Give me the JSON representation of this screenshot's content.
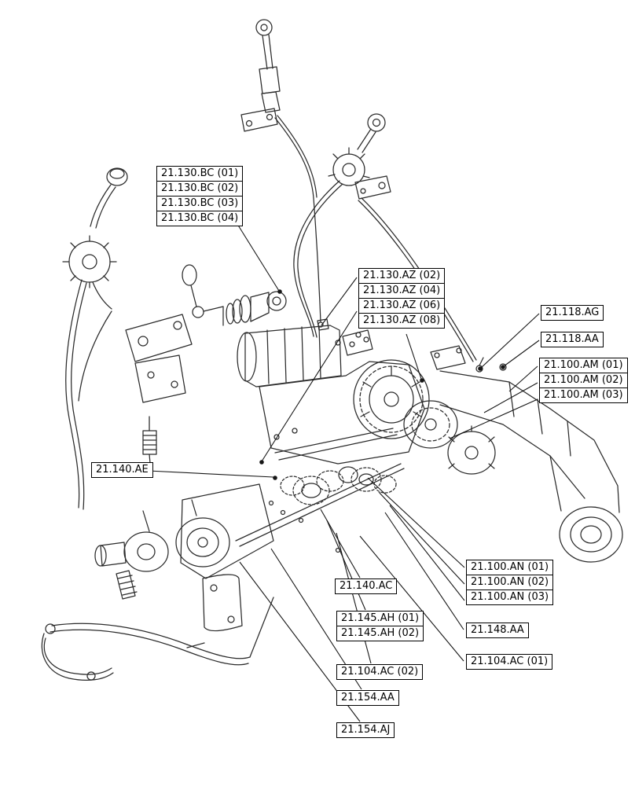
{
  "diagram": {
    "stroke_color": "#2b2b2b",
    "leader_color": "#161616",
    "label_border_color": "#000000",
    "background": "#ffffff"
  },
  "callouts": {
    "group_130_bc": [
      "21.130.BC (01)",
      "21.130.BC (02)",
      "21.130.BC (03)",
      "21.130.BC (04)"
    ],
    "group_130_az": [
      "21.130.AZ (02)",
      "21.130.AZ (04)",
      "21.130.AZ (06)",
      "21.130.AZ (08)"
    ],
    "label_118_ag": "21.118.AG",
    "label_118_aa": "21.118.AA",
    "group_100_am": [
      "21.100.AM (01)",
      "21.100.AM (02)",
      "21.100.AM (03)"
    ],
    "label_140_ae": "21.140.AE",
    "group_100_an": [
      "21.100.AN (01)",
      "21.100.AN (02)",
      "21.100.AN (03)"
    ],
    "label_140_ac": "21.140.AC",
    "group_145_ah": [
      "21.145.AH (01)",
      "21.145.AH (02)"
    ],
    "label_148_aa": "21.148.AA",
    "label_104_ac_01": "21.104.AC (01)",
    "label_104_ac_02": "21.104.AC (02)",
    "label_154_aa": "21.154.AA",
    "label_154_aj": "21.154.AJ"
  }
}
